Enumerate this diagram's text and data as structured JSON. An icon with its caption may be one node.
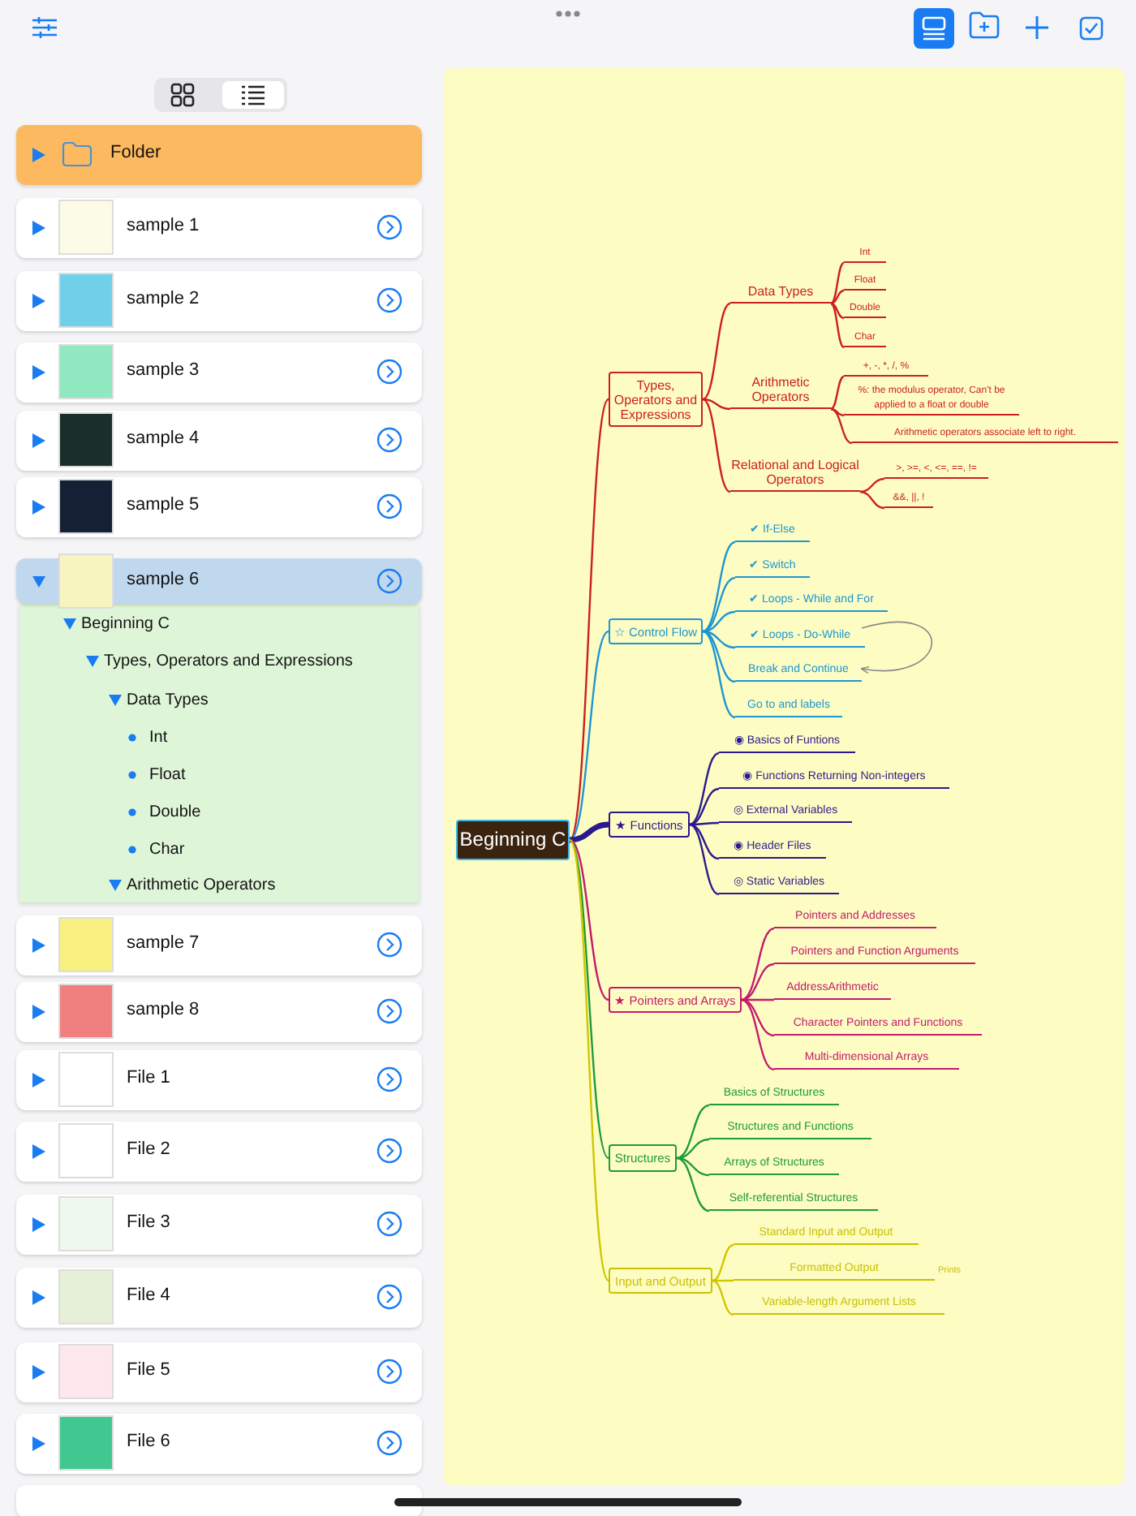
{
  "diagram": {
    "nodes": [
      {
        "text": [
          "Beginning C"
        ]
      },
      {
        "text": [
          "Types, Operators and Expressions"
        ]
      },
      {
        "text": [
          "Data Types"
        ]
      },
      {
        "text": [
          "Int"
        ]
      },
      {
        "text": [
          "Float"
        ]
      },
      {
        "text": [
          "Double"
        ]
      },
      {
        "text": [
          "Char"
        ]
      },
      {
        "text": [
          "Arithmetic Operators"
        ]
      },
      {
        "text": [
          "+, -, *, /, %"
        ]
      },
      {
        "text": [
          "%: the modulus operator, Can't be applied to a float or double"
        ]
      },
      {
        "text": [
          "Arithmetic operators associate left to right."
        ]
      },
      {
        "text": [
          "Relational and Logical Operators"
        ]
      },
      {
        "text": [
          ">, >=, <, <=, ==, !="
        ]
      },
      {
        "text": [
          "&&, ||, !"
        ]
      },
      {
        "text": [
          "☆ Control Flow"
        ]
      },
      {
        "text": [
          "✔ If-Else"
        ]
      },
      {
        "text": [
          "✔ Switch"
        ]
      },
      {
        "text": [
          "✔ Loops - While and For"
        ]
      },
      {
        "text": [
          "✔ Loops - Do-While"
        ]
      },
      {
        "text": [
          "Break and Continue"
        ]
      },
      {
        "text": [
          "Go to and labels"
        ]
      },
      {
        "text": [
          "★ Functions"
        ]
      },
      {
        "text": [
          "◉ Basics of Funtions"
        ]
      },
      {
        "text": [
          "◉ Functions Returning Non-integers"
        ]
      },
      {
        "text": [
          "◎ External Variables"
        ]
      },
      {
        "text": [
          "◉ Header Files"
        ]
      },
      {
        "text": [
          "◎ Static Variables"
        ]
      },
      {
        "text": [
          "★ Pointers and Arrays"
        ]
      },
      {
        "text": [
          "Pointers and Addresses"
        ]
      },
      {
        "text": [
          "Pointers and Function Arguments"
        ]
      },
      {
        "text": [
          "AddressArithmetic"
        ]
      },
      {
        "text": [
          "Character Pointers and Functions"
        ]
      },
      {
        "text": [
          "Multi-dimensional Arrays"
        ]
      },
      {
        "text": [
          "Structures"
        ]
      },
      {
        "text": [
          "Basics of Structures"
        ]
      },
      {
        "text": [
          "Structures and Functions"
        ]
      },
      {
        "text": [
          "Arrays of Structures"
        ]
      },
      {
        "text": [
          "Self-referential Structures"
        ]
      },
      {
        "text": [
          "Input and Output"
        ]
      },
      {
        "text": [
          "Standard Input and Output"
        ]
      },
      {
        "text": [
          "Formatted Output"
        ],
        "beside": [
          "Prints"
        ]
      },
      {
        "text": [
          "Variable-length Argument Lists"
        ]
      }
    ],
    "edges": [
      {
        "from": 0,
        "to": 1,
        "arrow": "none",
        "color": "#cc1f1f"
      },
      {
        "from": 1,
        "to": 2,
        "arrow": "none",
        "color": "#cc1f1f"
      },
      {
        "from": 2,
        "to": 3,
        "arrow": "none",
        "color": "#cc1f1f"
      },
      {
        "from": 2,
        "to": 4,
        "arrow": "none",
        "color": "#cc1f1f"
      },
      {
        "from": 2,
        "to": 5,
        "arrow": "none",
        "color": "#cc1f1f"
      },
      {
        "from": 2,
        "to": 6,
        "arrow": "none",
        "color": "#cc1f1f"
      },
      {
        "from": 1,
        "to": 7,
        "arrow": "none",
        "color": "#cc1f1f"
      },
      {
        "from": 7,
        "to": 8,
        "arrow": "none",
        "color": "#cc1f1f"
      },
      {
        "from": 7,
        "to": 9,
        "arrow": "none",
        "color": "#cc1f1f"
      },
      {
        "from": 7,
        "to": 10,
        "arrow": "none",
        "color": "#cc1f1f"
      },
      {
        "from": 1,
        "to": 11,
        "arrow": "none",
        "color": "#cc1f1f"
      },
      {
        "from": 11,
        "to": 12,
        "arrow": "none",
        "color": "#cc1f1f"
      },
      {
        "from": 11,
        "to": 13,
        "arrow": "none",
        "color": "#cc1f1f"
      },
      {
        "from": 0,
        "to": 14,
        "arrow": "none",
        "color": "#1e96d2"
      },
      {
        "from": 14,
        "to": 15,
        "arrow": "none",
        "color": "#1e96d2"
      },
      {
        "from": 14,
        "to": 16,
        "arrow": "none",
        "color": "#1e96d2"
      },
      {
        "from": 14,
        "to": 17,
        "arrow": "none",
        "color": "#1e96d2"
      },
      {
        "from": 14,
        "to": 18,
        "arrow": "none",
        "color": "#1e96d2"
      },
      {
        "from": 14,
        "to": 19,
        "arrow": "none",
        "color": "#1e96d2"
      },
      {
        "from": 14,
        "to": 20,
        "arrow": "none",
        "color": "#1e96d2"
      },
      {
        "from": 18,
        "to": 19,
        "arrow": "to",
        "color": "#888888"
      },
      {
        "from": 0,
        "to": 21,
        "arrow": "none",
        "style": "thick",
        "color": "#2b1a8c"
      },
      {
        "from": 21,
        "to": 22,
        "arrow": "none",
        "color": "#2b1a8c"
      },
      {
        "from": 21,
        "to": 23,
        "arrow": "none",
        "color": "#2b1a8c"
      },
      {
        "from": 21,
        "to": 24,
        "arrow": "none",
        "color": "#2b1a8c"
      },
      {
        "from": 21,
        "to": 25,
        "arrow": "none",
        "color": "#2b1a8c"
      },
      {
        "from": 21,
        "to": 26,
        "arrow": "none",
        "color": "#2b1a8c"
      },
      {
        "from": 0,
        "to": 27,
        "arrow": "none",
        "color": "#c41a6e"
      },
      {
        "from": 27,
        "to": 28,
        "arrow": "none",
        "color": "#c41a6e"
      },
      {
        "from": 27,
        "to": 29,
        "arrow": "none",
        "color": "#c41a6e"
      },
      {
        "from": 27,
        "to": 30,
        "arrow": "none",
        "color": "#c41a6e"
      },
      {
        "from": 27,
        "to": 31,
        "arrow": "none",
        "color": "#c41a6e"
      },
      {
        "from": 27,
        "to": 32,
        "arrow": "none",
        "color": "#c41a6e"
      },
      {
        "from": 0,
        "to": 33,
        "arrow": "none",
        "color": "#1f9a3d"
      },
      {
        "from": 33,
        "to": 34,
        "arrow": "none",
        "color": "#1f9a3d"
      },
      {
        "from": 33,
        "to": 35,
        "arrow": "none",
        "color": "#1f9a3d"
      },
      {
        "from": 33,
        "to": 36,
        "arrow": "none",
        "color": "#1f9a3d"
      },
      {
        "from": 33,
        "to": 37,
        "arrow": "none",
        "color": "#1f9a3d"
      },
      {
        "from": 0,
        "to": 38,
        "arrow": "none",
        "color": "#cfc600"
      },
      {
        "from": 38,
        "to": 39,
        "arrow": "none",
        "color": "#cfc600"
      },
      {
        "from": 38,
        "to": 40,
        "arrow": "none",
        "color": "#cfc600"
      },
      {
        "from": 38,
        "to": 41,
        "arrow": "none",
        "color": "#cfc600"
      }
    ],
    "labels": [
      "Folder",
      "sample 1",
      "sample 2",
      "sample 3",
      "sample 4",
      "sample 5",
      "sample 6",
      "Beginning C",
      "Types,  Operators and Expressions",
      "Data Types",
      "Int",
      "Float",
      "Double",
      "Char",
      "Arithmetic Operators",
      "sample 7",
      "sample 8",
      "File 1",
      "File 2",
      "File 3",
      "File 4",
      "File 5",
      "File 6"
    ]
  }
}
